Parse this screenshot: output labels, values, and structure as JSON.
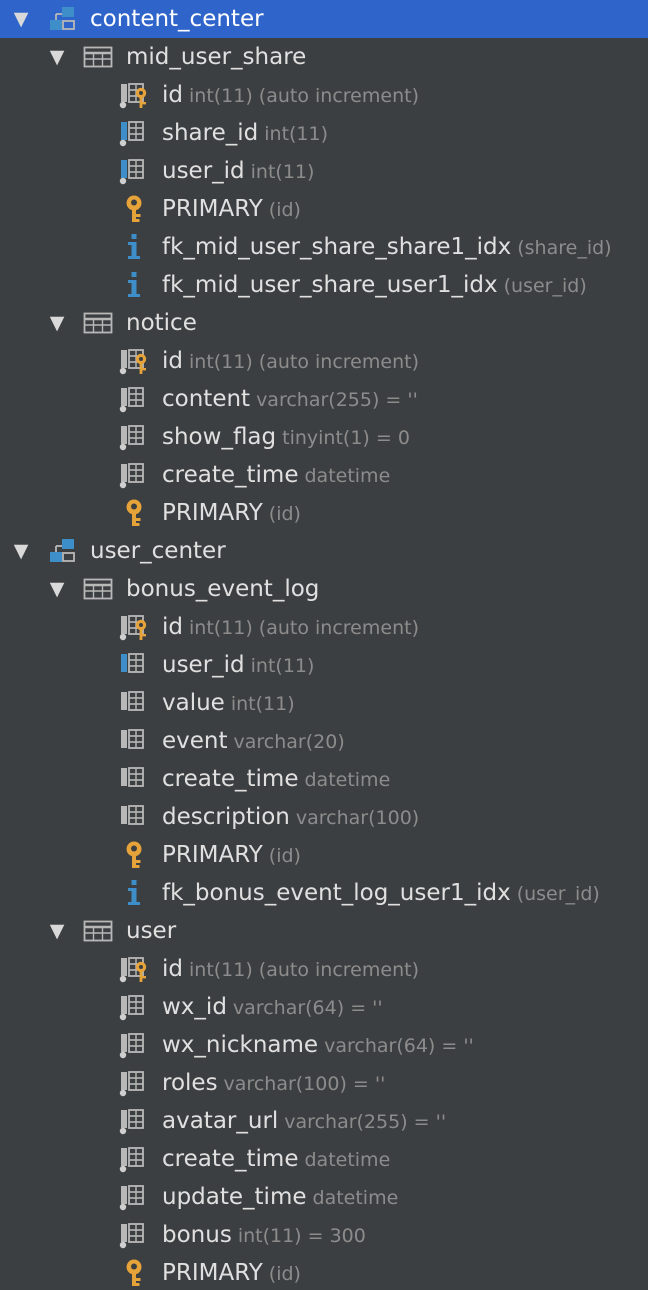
{
  "tree": [
    {
      "level": 0,
      "kind": "schema",
      "name": "content_center",
      "selected": true,
      "expanded": true
    },
    {
      "level": 1,
      "kind": "table",
      "name": "mid_user_share",
      "expanded": true
    },
    {
      "level": 2,
      "kind": "pk",
      "name": "id",
      "detail": "int(11) (auto increment)"
    },
    {
      "level": 2,
      "kind": "fk",
      "name": "share_id",
      "detail": "int(11)"
    },
    {
      "level": 2,
      "kind": "fk",
      "name": "user_id",
      "detail": "int(11)"
    },
    {
      "level": 2,
      "kind": "key",
      "name": "PRIMARY",
      "detail": "(id)"
    },
    {
      "level": 2,
      "kind": "index",
      "name": "fk_mid_user_share_share1_idx",
      "detail": "(share_id)"
    },
    {
      "level": 2,
      "kind": "index",
      "name": "fk_mid_user_share_user1_idx",
      "detail": "(user_id)"
    },
    {
      "level": 1,
      "kind": "table",
      "name": "notice",
      "expanded": true
    },
    {
      "level": 2,
      "kind": "pk",
      "name": "id",
      "detail": "int(11) (auto increment)"
    },
    {
      "level": 2,
      "kind": "col",
      "name": "content",
      "detail": "varchar(255) = ''"
    },
    {
      "level": 2,
      "kind": "col",
      "name": "show_flag",
      "detail": "tinyint(1) = 0"
    },
    {
      "level": 2,
      "kind": "col",
      "name": "create_time",
      "detail": "datetime"
    },
    {
      "level": 2,
      "kind": "key",
      "name": "PRIMARY",
      "detail": "(id)"
    },
    {
      "level": 0,
      "kind": "schema",
      "name": "user_center",
      "expanded": true
    },
    {
      "level": 1,
      "kind": "table",
      "name": "bonus_event_log",
      "expanded": true
    },
    {
      "level": 2,
      "kind": "pk",
      "name": "id",
      "detail": "int(11) (auto increment)"
    },
    {
      "level": 2,
      "kind": "fk2",
      "name": "user_id",
      "detail": "int(11)"
    },
    {
      "level": 2,
      "kind": "colnn",
      "name": "value",
      "detail": "int(11)"
    },
    {
      "level": 2,
      "kind": "colnn",
      "name": "event",
      "detail": "varchar(20)"
    },
    {
      "level": 2,
      "kind": "colnn",
      "name": "create_time",
      "detail": "datetime"
    },
    {
      "level": 2,
      "kind": "colnn",
      "name": "description",
      "detail": "varchar(100)"
    },
    {
      "level": 2,
      "kind": "key",
      "name": "PRIMARY",
      "detail": "(id)"
    },
    {
      "level": 2,
      "kind": "index",
      "name": "fk_bonus_event_log_user1_idx",
      "detail": "(user_id)"
    },
    {
      "level": 1,
      "kind": "table",
      "name": "user",
      "expanded": true
    },
    {
      "level": 2,
      "kind": "pk",
      "name": "id",
      "detail": "int(11) (auto increment)"
    },
    {
      "level": 2,
      "kind": "col",
      "name": "wx_id",
      "detail": "varchar(64) = ''"
    },
    {
      "level": 2,
      "kind": "col",
      "name": "wx_nickname",
      "detail": "varchar(64) = ''"
    },
    {
      "level": 2,
      "kind": "col",
      "name": "roles",
      "detail": "varchar(100) = ''"
    },
    {
      "level": 2,
      "kind": "col",
      "name": "avatar_url",
      "detail": "varchar(255) = ''"
    },
    {
      "level": 2,
      "kind": "col",
      "name": "create_time",
      "detail": "datetime"
    },
    {
      "level": 2,
      "kind": "col",
      "name": "update_time",
      "detail": "datetime"
    },
    {
      "level": 2,
      "kind": "col",
      "name": "bonus",
      "detail": "int(11) = 300"
    },
    {
      "level": 2,
      "kind": "key",
      "name": "PRIMARY",
      "detail": "(id)"
    }
  ],
  "icons": {
    "schema": "schema-icon",
    "table": "table-icon",
    "pk": "primary-key-column-icon",
    "fk": "foreign-key-column-icon",
    "fk2": "foreign-key-column-icon",
    "col": "column-icon",
    "colnn": "column-icon",
    "key": "key-icon",
    "index": "index-icon"
  },
  "colors": {
    "background": "#3c3f41",
    "selection": "#2f65ca",
    "text": "#e0e0e0",
    "detail": "#8c8c8c",
    "icon_grey": "#b8b8b8",
    "icon_blue": "#3d8ec9",
    "key_gold": "#e5a33a"
  }
}
